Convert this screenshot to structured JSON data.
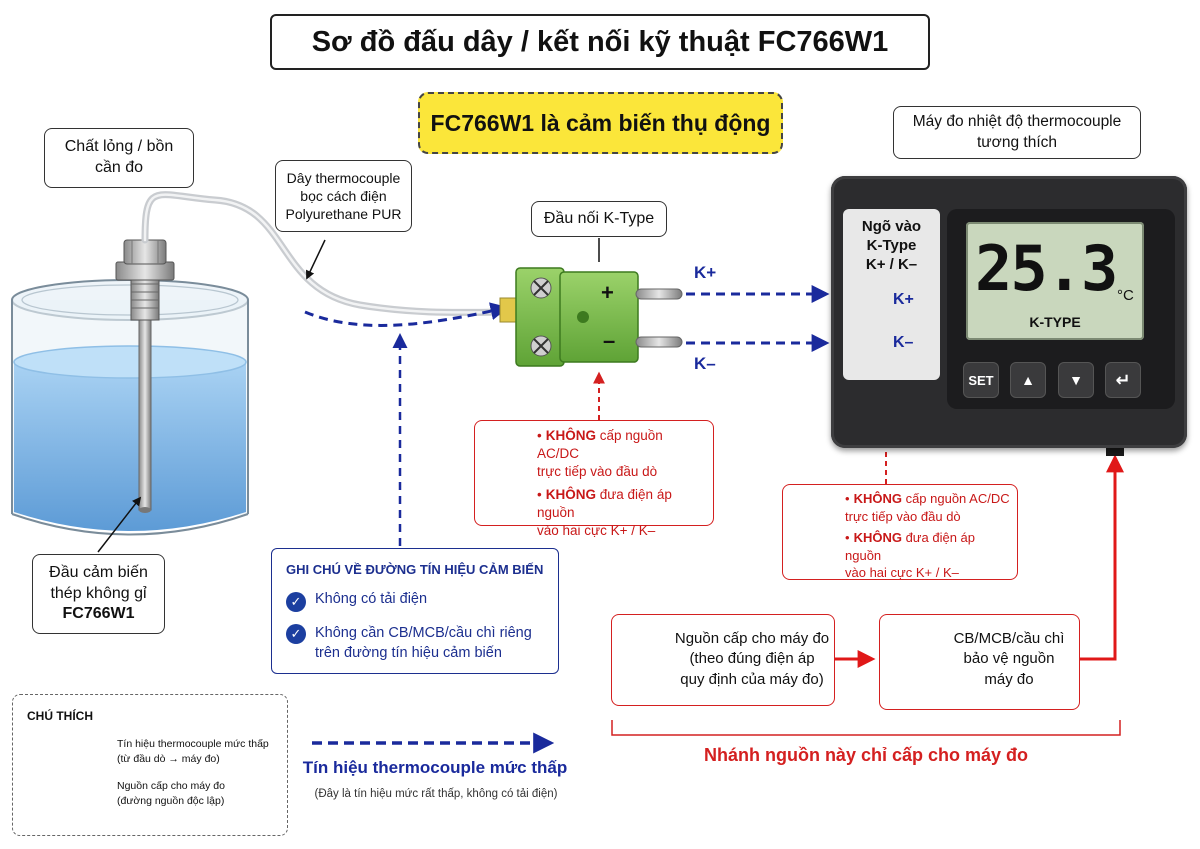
{
  "title": "Sơ đồ đấu dây / kết nối kỹ thuật FC766W1",
  "passive_note": "FC766W1 là cảm biến thụ động",
  "labels": {
    "liquid_l1": "Chất lỏng / bồn",
    "liquid_l2": "cần đo",
    "cable_l1": "Dây thermocouple",
    "cable_l2": "bọc cách điện",
    "cable_l3": "Polyurethane PUR",
    "connector": "Đầu nối K-Type",
    "meter_l1": "Máy đo nhiệt độ thermocouple",
    "meter_l2": "tương thích",
    "probe_l1": "Đầu cảm biến",
    "probe_l2": "thép không gỉ",
    "probe_l3": "FC766W1"
  },
  "connector": {
    "plus": "+",
    "minus": "–"
  },
  "signal": {
    "kplus": "K+",
    "kminus": "K–"
  },
  "meter": {
    "input_l1": "Ngõ vào",
    "input_l2": "K-Type",
    "input_l3": "K+ / K–",
    "term_plus": "K+",
    "term_minus": "K–",
    "reading": "25.3",
    "unit": "°C",
    "type": "K-TYPE",
    "buttons": {
      "set": "SET",
      "up": "▲",
      "down": "▼",
      "enter": "↵"
    }
  },
  "warnings": {
    "item1_bold": "KHÔNG",
    "item1_a": " cấp nguồn AC/DC",
    "item1_b": "trực tiếp vào đầu dò",
    "item2_bold": "KHÔNG",
    "item2_a": " đưa điện áp nguồn",
    "item2_b": "vào hai cực K+ / K–"
  },
  "signal_note": {
    "title": "GHI CHÚ VỀ ĐƯỜNG TÍN HIỆU CẢM BIẾN",
    "item1": "Không có tải điện",
    "item2_l1": "Không cần CB/MCB/cầu chì riêng",
    "item2_l2": "trên đường tín hiệu cảm biến"
  },
  "power": {
    "supply_l1": "Nguồn cấp cho máy đo",
    "supply_l2": "(theo đúng điện áp",
    "supply_l3": "quy định của máy đo)",
    "cb_l1": "CB/MCB/cầu chì",
    "cb_l2": "bảo vệ nguồn",
    "cb_l3": "máy đo",
    "branch_note": "Nhánh nguồn này chỉ cấp cho máy đo"
  },
  "legend": {
    "title": "CHÚ THÍCH",
    "signal_l1": "Tín hiệu thermocouple mức thấp",
    "signal_l2": "(từ đầu dò → máy đo)",
    "power_l1": "Nguồn cấp cho máy đo",
    "power_l2": "(đường nguồn độc lập)"
  },
  "low_signal": {
    "title": "Tín hiệu thermocouple mức thấp",
    "subtitle": "(Đây là tín hiệu mức rất thấp, không có tải điện)"
  },
  "colors": {
    "signal_blue": "#1a2a9c",
    "power_red": "#e01818",
    "warning_red": "#c81818",
    "connector_green": "#7cc04b",
    "note_yellow": "#fbe63a",
    "water_blue": "#7fb6e6"
  }
}
